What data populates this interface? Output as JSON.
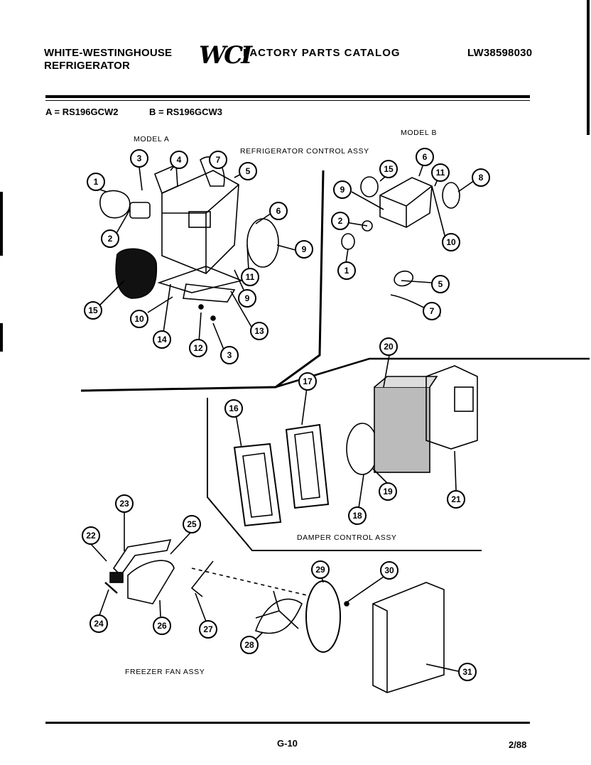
{
  "header": {
    "brand_line1": "WHITE-WESTINGHOUSE",
    "brand_line2": "REFRIGERATOR",
    "logo": "WCI",
    "catalog_title": "FACTORY PARTS CATALOG",
    "catalog_number": "LW38598030"
  },
  "models": {
    "model_a": "A = RS196GCW2",
    "model_b": "B = RS196GCW3"
  },
  "labels": {
    "model_a": "MODEL A",
    "model_b": "MODEL B",
    "refrigerator_control": "REFRIGERATOR CONTROL ASSY",
    "damper_control": "DAMPER CONTROL  ASSY",
    "freezer_fan": "FREEZER FAN ASSY"
  },
  "footer": {
    "page": "G-10",
    "date": "2/88"
  },
  "callouts": [
    "1",
    "2",
    "3",
    "4",
    "5",
    "6",
    "7",
    "8",
    "9",
    "10",
    "11",
    "12",
    "13",
    "14",
    "15",
    "16",
    "17",
    "18",
    "19",
    "20",
    "21",
    "22",
    "23",
    "24",
    "25",
    "26",
    "27",
    "28",
    "29",
    "30",
    "31"
  ]
}
